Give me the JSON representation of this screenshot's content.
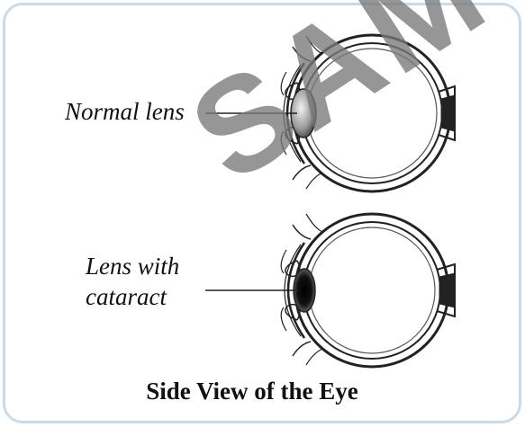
{
  "labels": {
    "normal_lens": "Normal lens",
    "cataract_line1": "Lens with",
    "cataract_line2": "cataract"
  },
  "caption": "Side View of the Eye",
  "watermark": "SAM"
}
